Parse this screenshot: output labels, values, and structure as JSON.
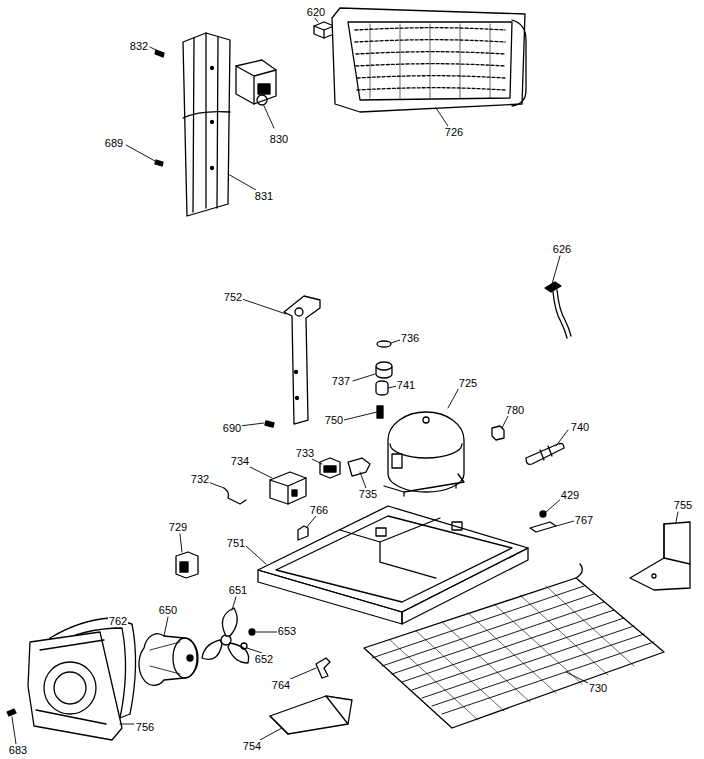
{
  "diagram": {
    "labels": [
      "620",
      "832",
      "726",
      "830",
      "689",
      "831",
      "626",
      "752",
      "736",
      "737",
      "741",
      "725",
      "690",
      "750",
      "780",
      "740",
      "734",
      "733",
      "732",
      "735",
      "429",
      "767",
      "755",
      "766",
      "729",
      "751",
      "651",
      "650",
      "762",
      "653",
      "652",
      "764",
      "730",
      "756",
      "754",
      "683"
    ]
  }
}
